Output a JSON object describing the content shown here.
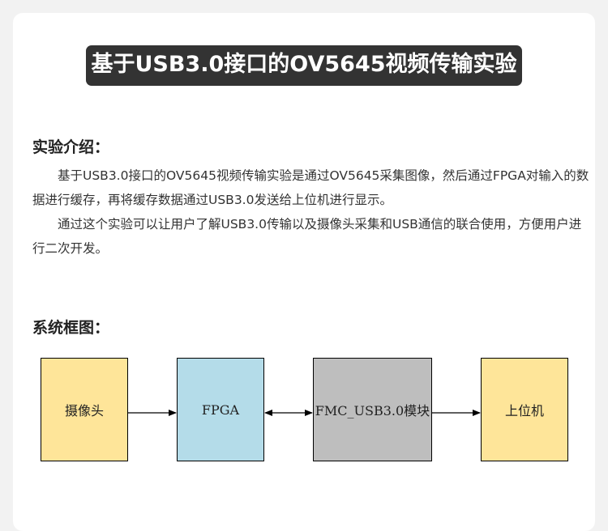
{
  "title": "基于USB3.0接口的OV5645视频传输实验",
  "intro": {
    "heading": "实验介绍：",
    "paragraphs": [
      "基于USB3.0接口的OV5645视频传输实验是通过OV5645采集图像，然后通过FPGA对输入的数据进行缓存，再将缓存数据通过USB3.0发送给上位机进行显示。",
      "通过这个实验可以让用户了解USB3.0传输以及摄像头采集和USB通信的联合使用，方便用户进行二次开发。"
    ]
  },
  "diagram": {
    "heading": "系统框图：",
    "blocks": {
      "camera": "摄像头",
      "fpga": "FPGA",
      "fmc": "FMC_USB3.0模块",
      "pc": "上位机"
    },
    "colors": {
      "camera": "#fee599",
      "fpga": "#b4dce9",
      "fmc": "#bebebe",
      "pc": "#fee599"
    }
  }
}
